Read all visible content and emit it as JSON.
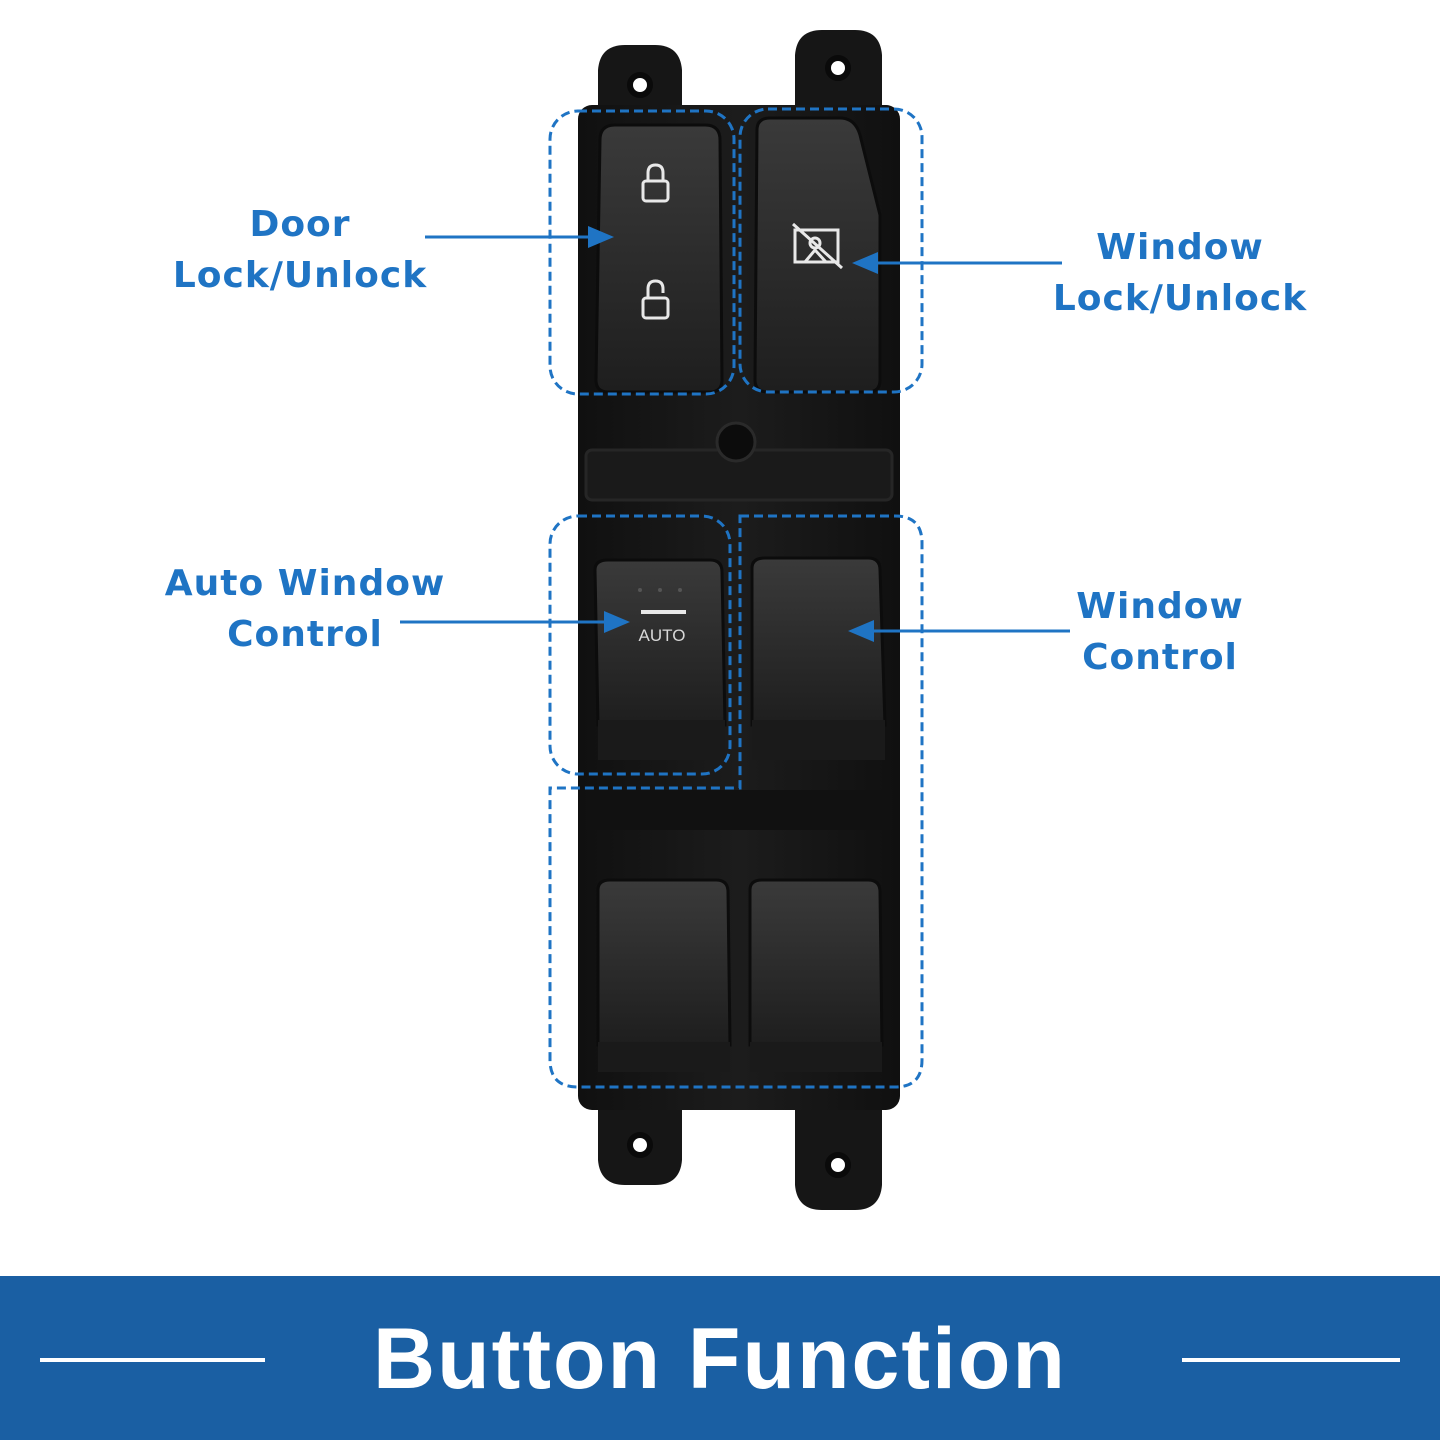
{
  "colors": {
    "accent": "#1f74c4",
    "banner": "#1a5fa3",
    "panel": "#141414",
    "button": "#2a2a2a"
  },
  "callouts": {
    "door_lock": {
      "line1": "Door",
      "line2": "Lock/Unlock"
    },
    "window_lock": {
      "line1": "Window",
      "line2": "Lock/Unlock"
    },
    "auto_window": {
      "line1": "Auto Window",
      "line2": "Control"
    },
    "window_control": {
      "line1": "Window",
      "line2": "Control"
    }
  },
  "switch_panel": {
    "auto_button_text": "AUTO",
    "icons": [
      "lock-closed-icon",
      "lock-open-icon",
      "window-lock-icon"
    ]
  },
  "banner": {
    "title": "Button Function"
  }
}
